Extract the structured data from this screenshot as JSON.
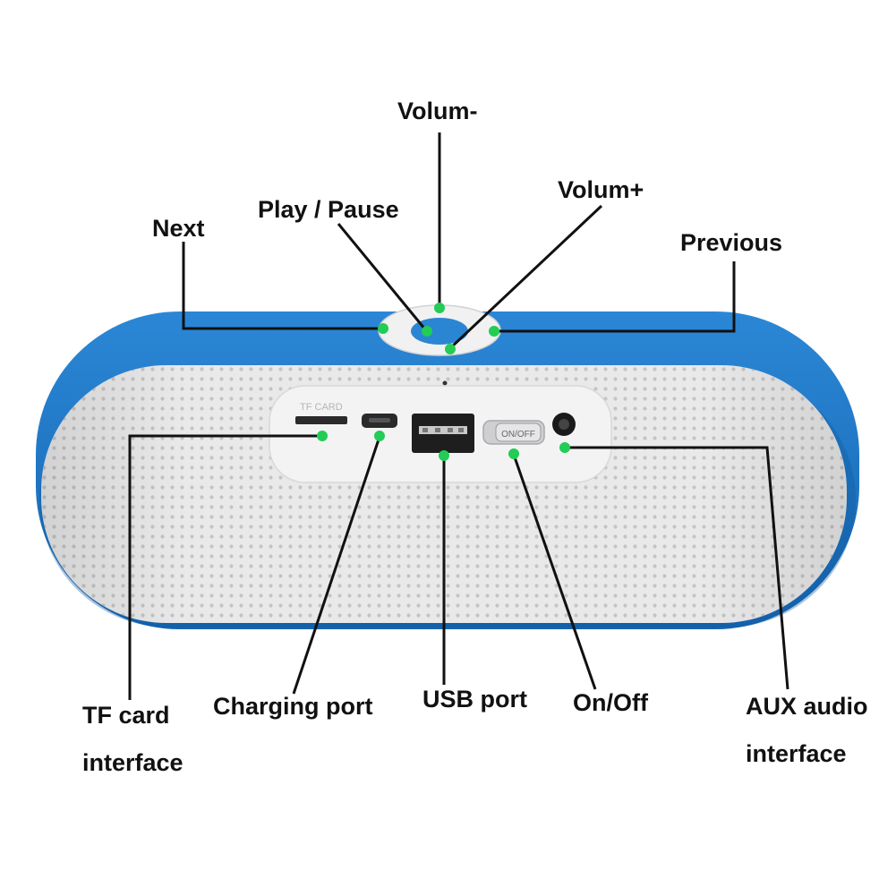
{
  "colors": {
    "body_blue": "#1f78c8",
    "body_blue_dark": "#115a9e",
    "grille": "#e9e9ea",
    "grille_dot": "#c4c4c6",
    "panel": "#f3f3f4",
    "marker": "#22cc55",
    "leader": "#111111"
  },
  "labels": {
    "volume_down": "Volum-",
    "play_pause": "Play / Pause",
    "volume_up": "Volum+",
    "next": "Next",
    "previous": "Previous",
    "tf_card_line1": "TF card",
    "tf_card_line2": "interface",
    "charging_port": "Charging port",
    "usb_port": "USB port",
    "on_off": "On/Off",
    "aux_line1": "AUX audio",
    "aux_line2": "interface"
  },
  "device_print": {
    "tf_card": "TF CARD",
    "switch": "ON/OFF"
  }
}
